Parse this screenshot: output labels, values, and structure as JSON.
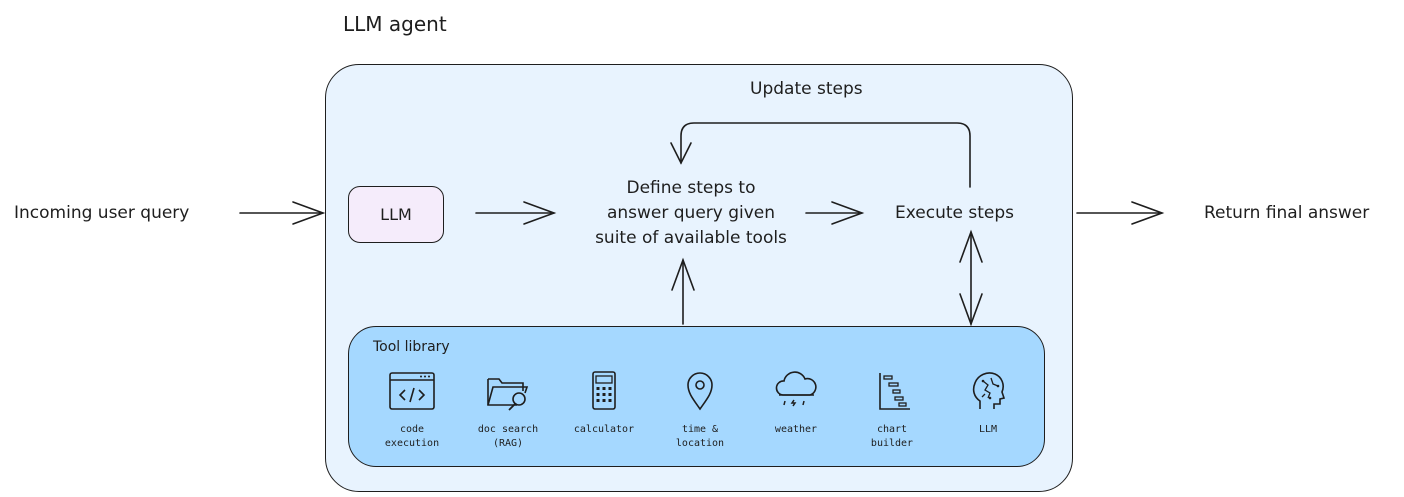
{
  "diagram": {
    "agent_title": "LLM agent",
    "input_label": "Incoming user query",
    "output_label": "Return final answer",
    "llm_node": "LLM",
    "define_steps": [
      "Define steps to",
      "answer query given",
      "suite of available tools"
    ],
    "execute_steps": "Execute steps",
    "update_steps": "Update steps",
    "tool_library": {
      "title": "Tool library",
      "tools": [
        {
          "label": "code\nexecution",
          "icon": "code-window-icon"
        },
        {
          "label": "doc search\n(RAG)",
          "icon": "folder-search-icon"
        },
        {
          "label": "calculator",
          "icon": "calculator-icon"
        },
        {
          "label": "time &\nlocation",
          "icon": "map-pin-icon"
        },
        {
          "label": "weather",
          "icon": "cloud-rain-icon"
        },
        {
          "label": "chart\nbuilder",
          "icon": "gantt-chart-icon"
        },
        {
          "label": "LLM",
          "icon": "brain-head-icon"
        }
      ]
    }
  }
}
